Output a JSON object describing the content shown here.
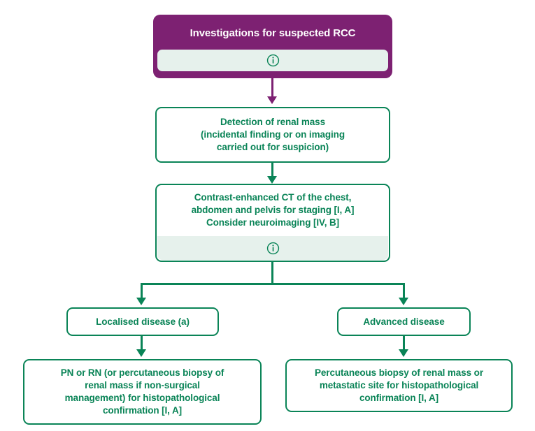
{
  "diagram": {
    "title": "Investigations for suspected RCC",
    "accent_purple": "#7d2172",
    "accent_green": "#0a8457",
    "info_strip_bg": "#e6f1ec",
    "header": {
      "label": "Investigations for suspected RCC",
      "info_icon": "info-icon"
    },
    "nodes": {
      "detection": "Detection of renal mass\n(incidental finding or on imaging\ncarried out for suspicion)",
      "staging": "Contrast-enhanced CT of the chest,\nabdomen and pelvis for staging [I, A]\nConsider neuroimaging [IV, B]",
      "localised": "Localised disease (a)",
      "advanced": "Advanced disease",
      "localised_treatment": "PN or RN (or percutaneous biopsy of\nrenal mass if non-surgical\nmanagement) for histopathological\nconfirmation [I, A]",
      "advanced_treatment": "Percutaneous biopsy of renal mass or\nmetastatic site for histopathological\nconfirmation [I, A]"
    }
  }
}
